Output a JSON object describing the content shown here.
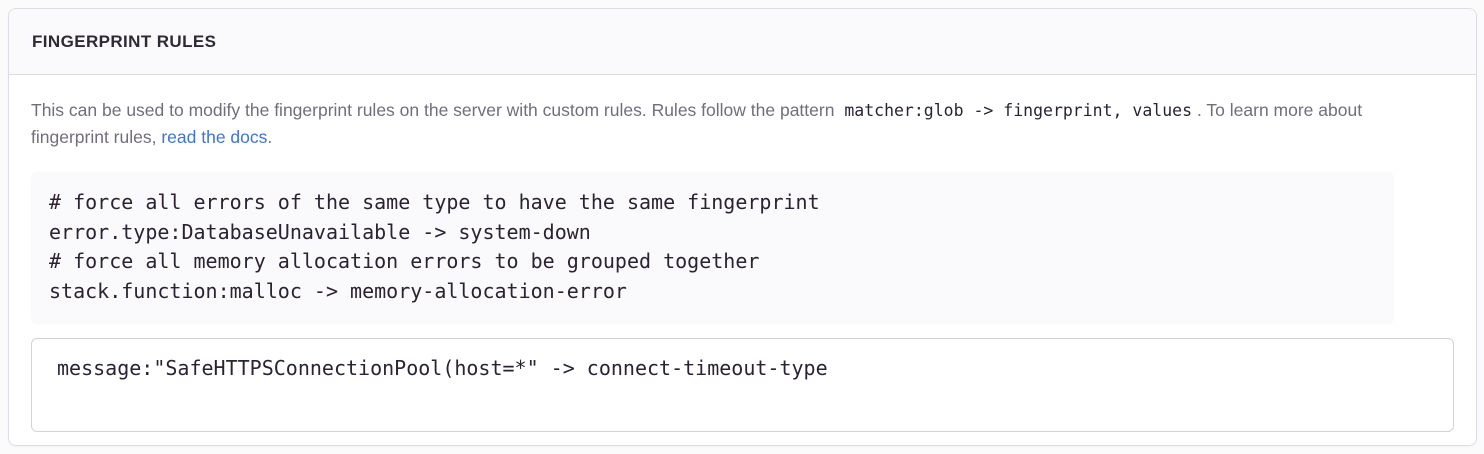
{
  "panel": {
    "title": "FINGERPRINT RULES"
  },
  "description": {
    "text_before_code": "This can be used to modify the fingerprint rules on the server with custom rules. Rules follow the pattern",
    "inline_code": "matcher:glob -> fingerprint, values",
    "text_after_code": ". To learn more about fingerprint rules,",
    "link_label": "read the docs",
    "text_after_link": "."
  },
  "example": {
    "lines": [
      "# force all errors of the same type to have the same fingerprint",
      "error.type:DatabaseUnavailable -> system-down",
      "# force all memory allocation errors to be grouped together",
      "stack.function:malloc -> memory-allocation-error"
    ]
  },
  "editor": {
    "value": "message:\"SafeHTTPSConnectionPool(host=*\" -> connect-timeout-type"
  },
  "colors": {
    "link_blue": "#3D74DB",
    "header_text": "#2F2936",
    "code_text": "#2B2233",
    "description_text": "#736C7D",
    "example_background": "#FAF9FB",
    "panel_border": "#E0DCE5"
  }
}
